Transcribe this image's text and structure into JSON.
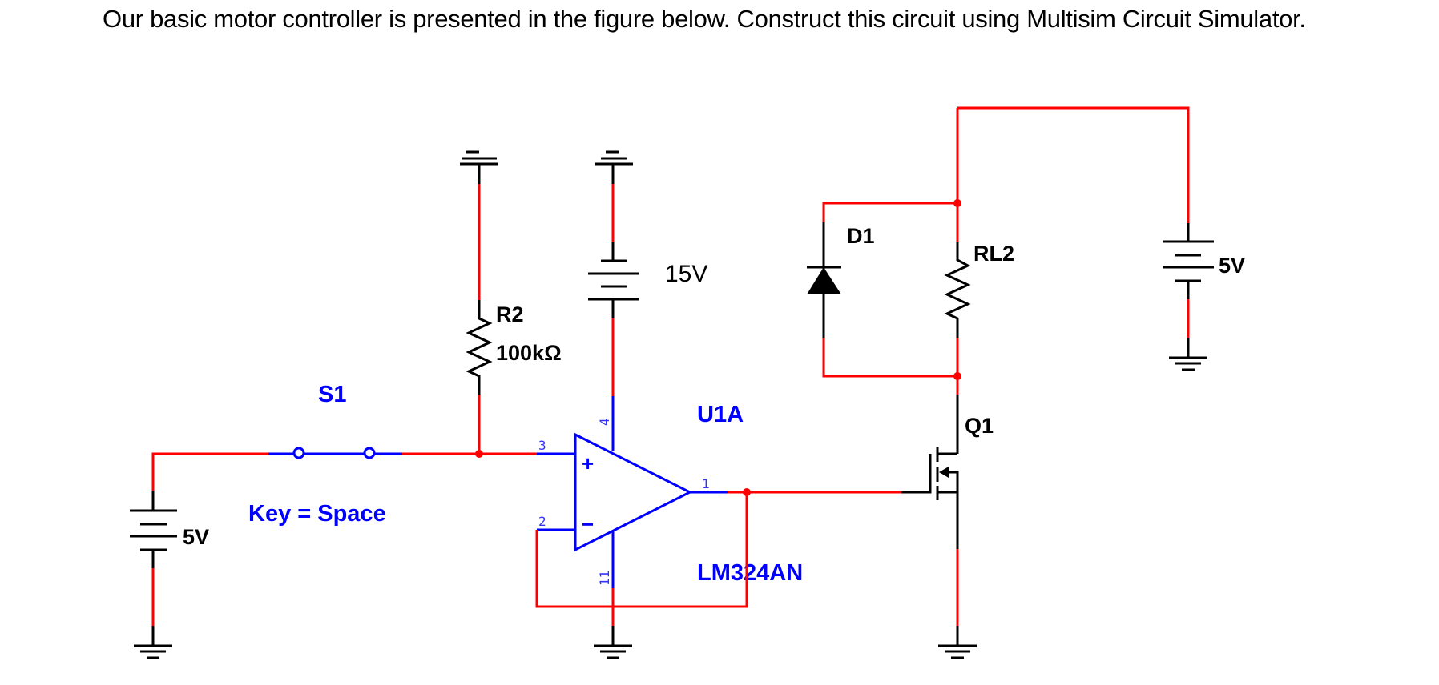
{
  "document": {
    "intro_text": "Our basic motor controller is presented in the figure below. Construct this circuit using Multisim Circuit Simulator."
  },
  "schematic": {
    "colors": {
      "wire": "#ff0000",
      "component": "#000000",
      "opamp": "#0000ff"
    },
    "battery_left": {
      "value": "5V"
    },
    "switch": {
      "ref": "S1",
      "key_label": "Key = Space"
    },
    "resistor": {
      "ref": "R2",
      "value": "100kΩ"
    },
    "battery_supply": {
      "value": "15V"
    },
    "opamp": {
      "ref": "U1A",
      "part": "LM324AN",
      "pins": {
        "noninv": "3",
        "inv": "2",
        "out": "1",
        "vpos": "4",
        "vneg": "11"
      },
      "plus_sign": "+",
      "minus_sign": "−"
    },
    "diode": {
      "ref": "D1"
    },
    "relay": {
      "ref": "RL2"
    },
    "mosfet": {
      "ref": "Q1"
    },
    "battery_right": {
      "value": "5V"
    }
  }
}
